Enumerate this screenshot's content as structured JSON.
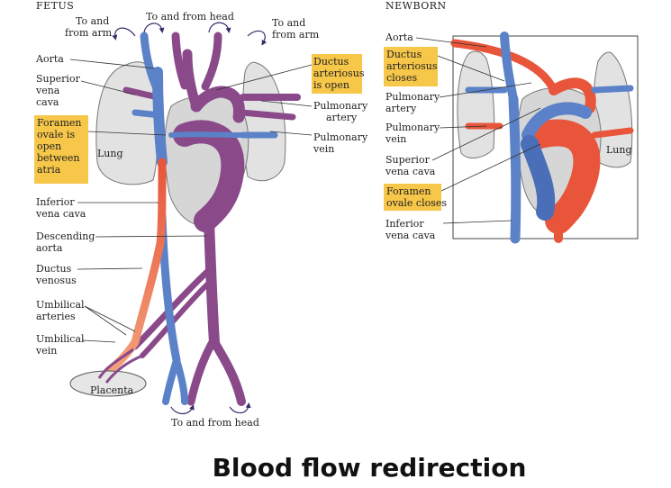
{
  "caption": "Blood flow redirection",
  "fetus": {
    "header": "FETUS",
    "labels": {
      "to_from_arm_left_1": "To and",
      "to_from_arm_left_2": "from arm",
      "to_from_head_top": "To and from head",
      "to_from_arm_right_1": "To and",
      "to_from_arm_right_2": "from arm",
      "aorta": "Aorta",
      "svc_1": "Superior",
      "svc_2": "vena",
      "svc_3": "cava",
      "ductus_arteriosus_1": "Ductus",
      "ductus_arteriosus_2": "arteriosus",
      "ductus_arteriosus_3": "is open",
      "pulmonary_artery_1": "Pulmonary",
      "pulmonary_artery_2": "artery",
      "pulmonary_vein_1": "Pulmonary",
      "pulmonary_vein_2": "vein",
      "foramen_1": "Foramen",
      "foramen_2": "ovale is",
      "foramen_3": "open",
      "foramen_4": "between",
      "foramen_5": "atria",
      "lung": "Lung",
      "ivc_1": "Inferior",
      "ivc_2": "vena cava",
      "descending_aorta_1": "Descending",
      "descending_aorta_2": "aorta",
      "ductus_venosus_1": "Ductus",
      "ductus_venosus_2": "venosus",
      "umbilical_arteries_1": "Umbilical",
      "umbilical_arteries_2": "arteries",
      "umbilical_vein_1": "Umbilical",
      "umbilical_vein_2": "vein",
      "placenta": "Placenta",
      "to_from_head_bottom": "To and from head"
    }
  },
  "newborn": {
    "header": "NEWBORN",
    "labels": {
      "aorta": "Aorta",
      "ductus_1": "Ductus",
      "ductus_2": "arteriosus",
      "ductus_3": "closes",
      "pulmonary_artery_1": "Pulmonary",
      "pulmonary_artery_2": "artery",
      "pulmonary_vein_1": "Pulmonary",
      "pulmonary_vein_2": "vein",
      "svc_1": "Superior",
      "svc_2": "vena cava",
      "foramen_1": "Foramen",
      "foramen_2": "ovale closes",
      "ivc_1": "Inferior",
      "ivc_2": "vena cava",
      "lung": "Lung"
    }
  },
  "colors": {
    "venous_blue": "#5b82c8",
    "arterial_red": "#e8553a",
    "mixed_purple": "#8a4a8a",
    "lung_gray": "#e2e2e2",
    "highlight_yellow": "#f7c74a"
  }
}
